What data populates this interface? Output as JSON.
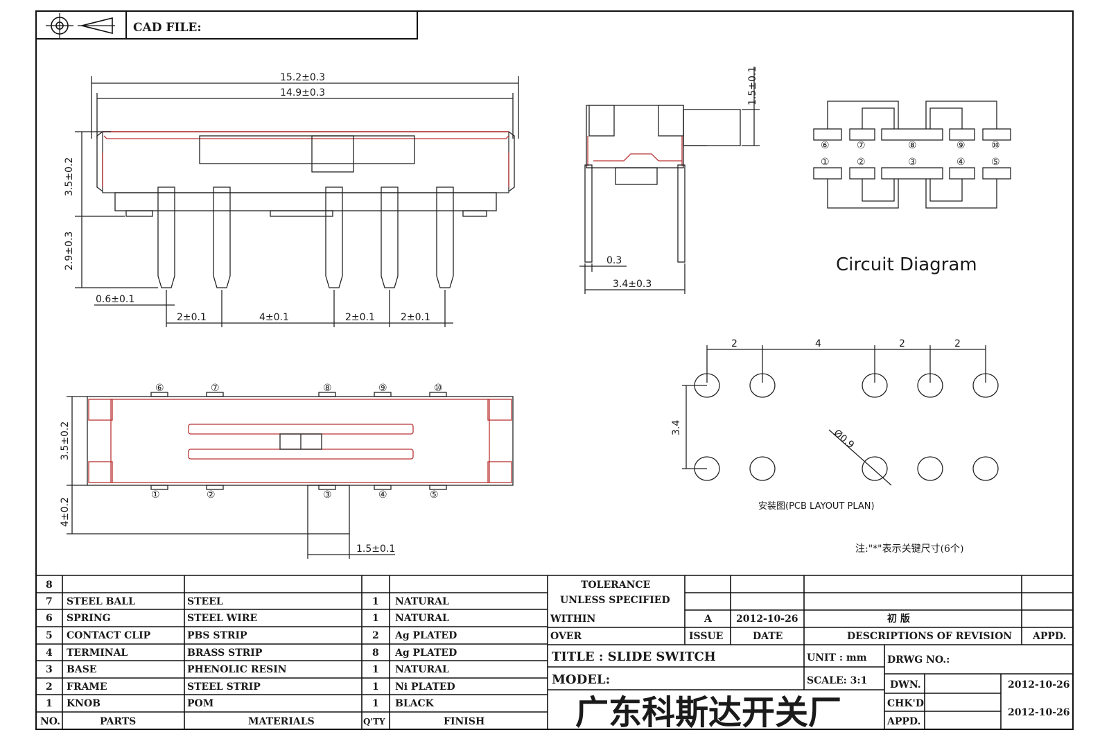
{
  "header": {
    "cad_file_label": "CAD FILE:"
  },
  "front_view": {
    "dims": {
      "overall_width": "15.2±0.3",
      "inner_width": "14.9±0.3",
      "body_height": "3.5±0.2",
      "pin_length": "2.9±0.3",
      "pin_width": "0.6±0.1",
      "pitch_1": "2±0.1",
      "pitch_2": "4±0.1",
      "pitch_3": "2±0.1",
      "pitch_4": "2±0.1"
    }
  },
  "side_view": {
    "dims": {
      "knob_height": "1.5±0.1",
      "pin_thickness": "0.3",
      "pin_span": "3.4±0.3"
    }
  },
  "circuit": {
    "title": "Circuit  Diagram",
    "top_pins": [
      "⑥",
      "⑦",
      "⑧",
      "⑨",
      "⑩"
    ],
    "bottom_pins": [
      "①",
      "②",
      "③",
      "④",
      "⑤"
    ]
  },
  "top_view": {
    "dims": {
      "body_height": "3.5±0.2",
      "knob_protrusion": "4±0.2",
      "knob_width": "1.5±0.1"
    },
    "top_pin_labels": [
      "⑥",
      "⑦",
      "⑧",
      "⑨",
      "⑩"
    ],
    "bottom_pin_labels": [
      "①",
      "②",
      "③",
      "④",
      "⑤"
    ]
  },
  "pcb_layout": {
    "dims": {
      "p1": "2",
      "p2": "4",
      "p3": "2",
      "p4": "2",
      "row_spacing": "3.4",
      "hole_dia": "Ø0.9"
    },
    "caption": "安装图(PCB LAYOUT  PLAN)",
    "note": "注:\"*\"表示关键尺寸(6个)"
  },
  "parts_table": {
    "headers": {
      "no": "NO.",
      "parts": "PARTS",
      "materials": "MATERIALS",
      "qty": "Q'TY",
      "finish": "FINISH"
    },
    "rows": [
      {
        "no": "8",
        "part": "",
        "material": "",
        "qty": "",
        "finish": ""
      },
      {
        "no": "7",
        "part": "STEEL BALL",
        "material": "STEEL",
        "qty": "1",
        "finish": "NATURAL"
      },
      {
        "no": "6",
        "part": "SPRING",
        "material": "STEEL WIRE",
        "qty": "1",
        "finish": "NATURAL"
      },
      {
        "no": "5",
        "part": "CONTACT CLIP",
        "material": "PBS STRIP",
        "qty": "2",
        "finish": "Ag PLATED"
      },
      {
        "no": "4",
        "part": "TERMINAL",
        "material": "BRASS STRIP",
        "qty": "8",
        "finish": "Ag PLATED"
      },
      {
        "no": "3",
        "part": "BASE",
        "material": "PHENOLIC RESIN",
        "qty": "1",
        "finish": "NATURAL"
      },
      {
        "no": "2",
        "part": "FRAME",
        "material": "STEEL STRIP",
        "qty": "1",
        "finish": "Ni PLATED"
      },
      {
        "no": "1",
        "part": "KNOB",
        "material": "POM",
        "qty": "1",
        "finish": "BLACK"
      }
    ]
  },
  "title_block": {
    "tolerance": "TOLERANCE",
    "unless_specified": "UNLESS  SPECIFIED",
    "within": "WITHIN",
    "over": "OVER",
    "issue_value": "A",
    "date_value": "2012-10-26",
    "revision_value": "初  版",
    "issue_label": "ISSUE",
    "date_label": "DATE",
    "desc_label": "DESCRIPTIONS  OF  REVISION",
    "appd_label": "APPD.",
    "title": "TITLE : SLIDE SWITCH",
    "unit": "UNIT :   mm",
    "drwg_no": "DRWG  NO.:",
    "model": "MODEL:",
    "scale": "SCALE:  3:1",
    "dwn_label": "DWN.",
    "dwn_date": "2012-10-26",
    "chkd_label": "CHK'D",
    "appd2_label": "APPD.",
    "chkd_date": "2012-10-26",
    "company": "广东科斯达开关厂"
  }
}
